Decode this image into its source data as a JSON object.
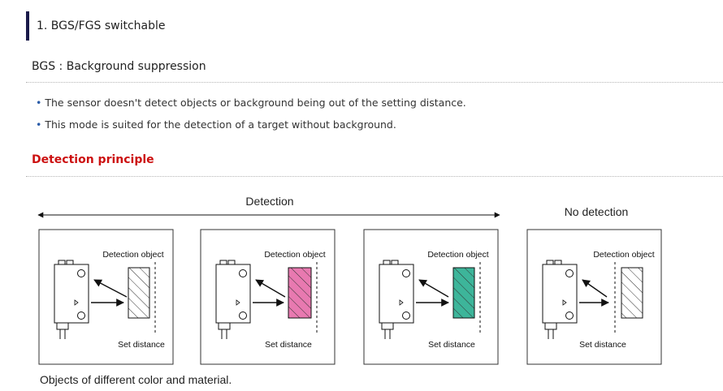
{
  "section": {
    "title": "1. BGS/FGS switchable"
  },
  "bgs": {
    "heading": "BGS : Background suppression"
  },
  "bullets": [
    "The sensor doesn't detect objects or background being out of the setting distance.",
    "This mode is suited for the detection of a target without background."
  ],
  "principle": {
    "heading": "Detection principle"
  },
  "diagram": {
    "detection_label": "Detection",
    "no_detection_label": "No detection",
    "panels": [
      {
        "object_label": "Detection object",
        "distance_label": "Set distance",
        "fill": "#ffffff"
      },
      {
        "object_label": "Detection object",
        "distance_label": "Set distance",
        "fill": "#e879b0"
      },
      {
        "object_label": "Detection object",
        "distance_label": "Set distance",
        "fill": "#3db59a"
      },
      {
        "object_label": "Detection object",
        "distance_label": "Set distance",
        "fill": "#ffffff"
      }
    ]
  },
  "caption": "Objects of different color and material."
}
